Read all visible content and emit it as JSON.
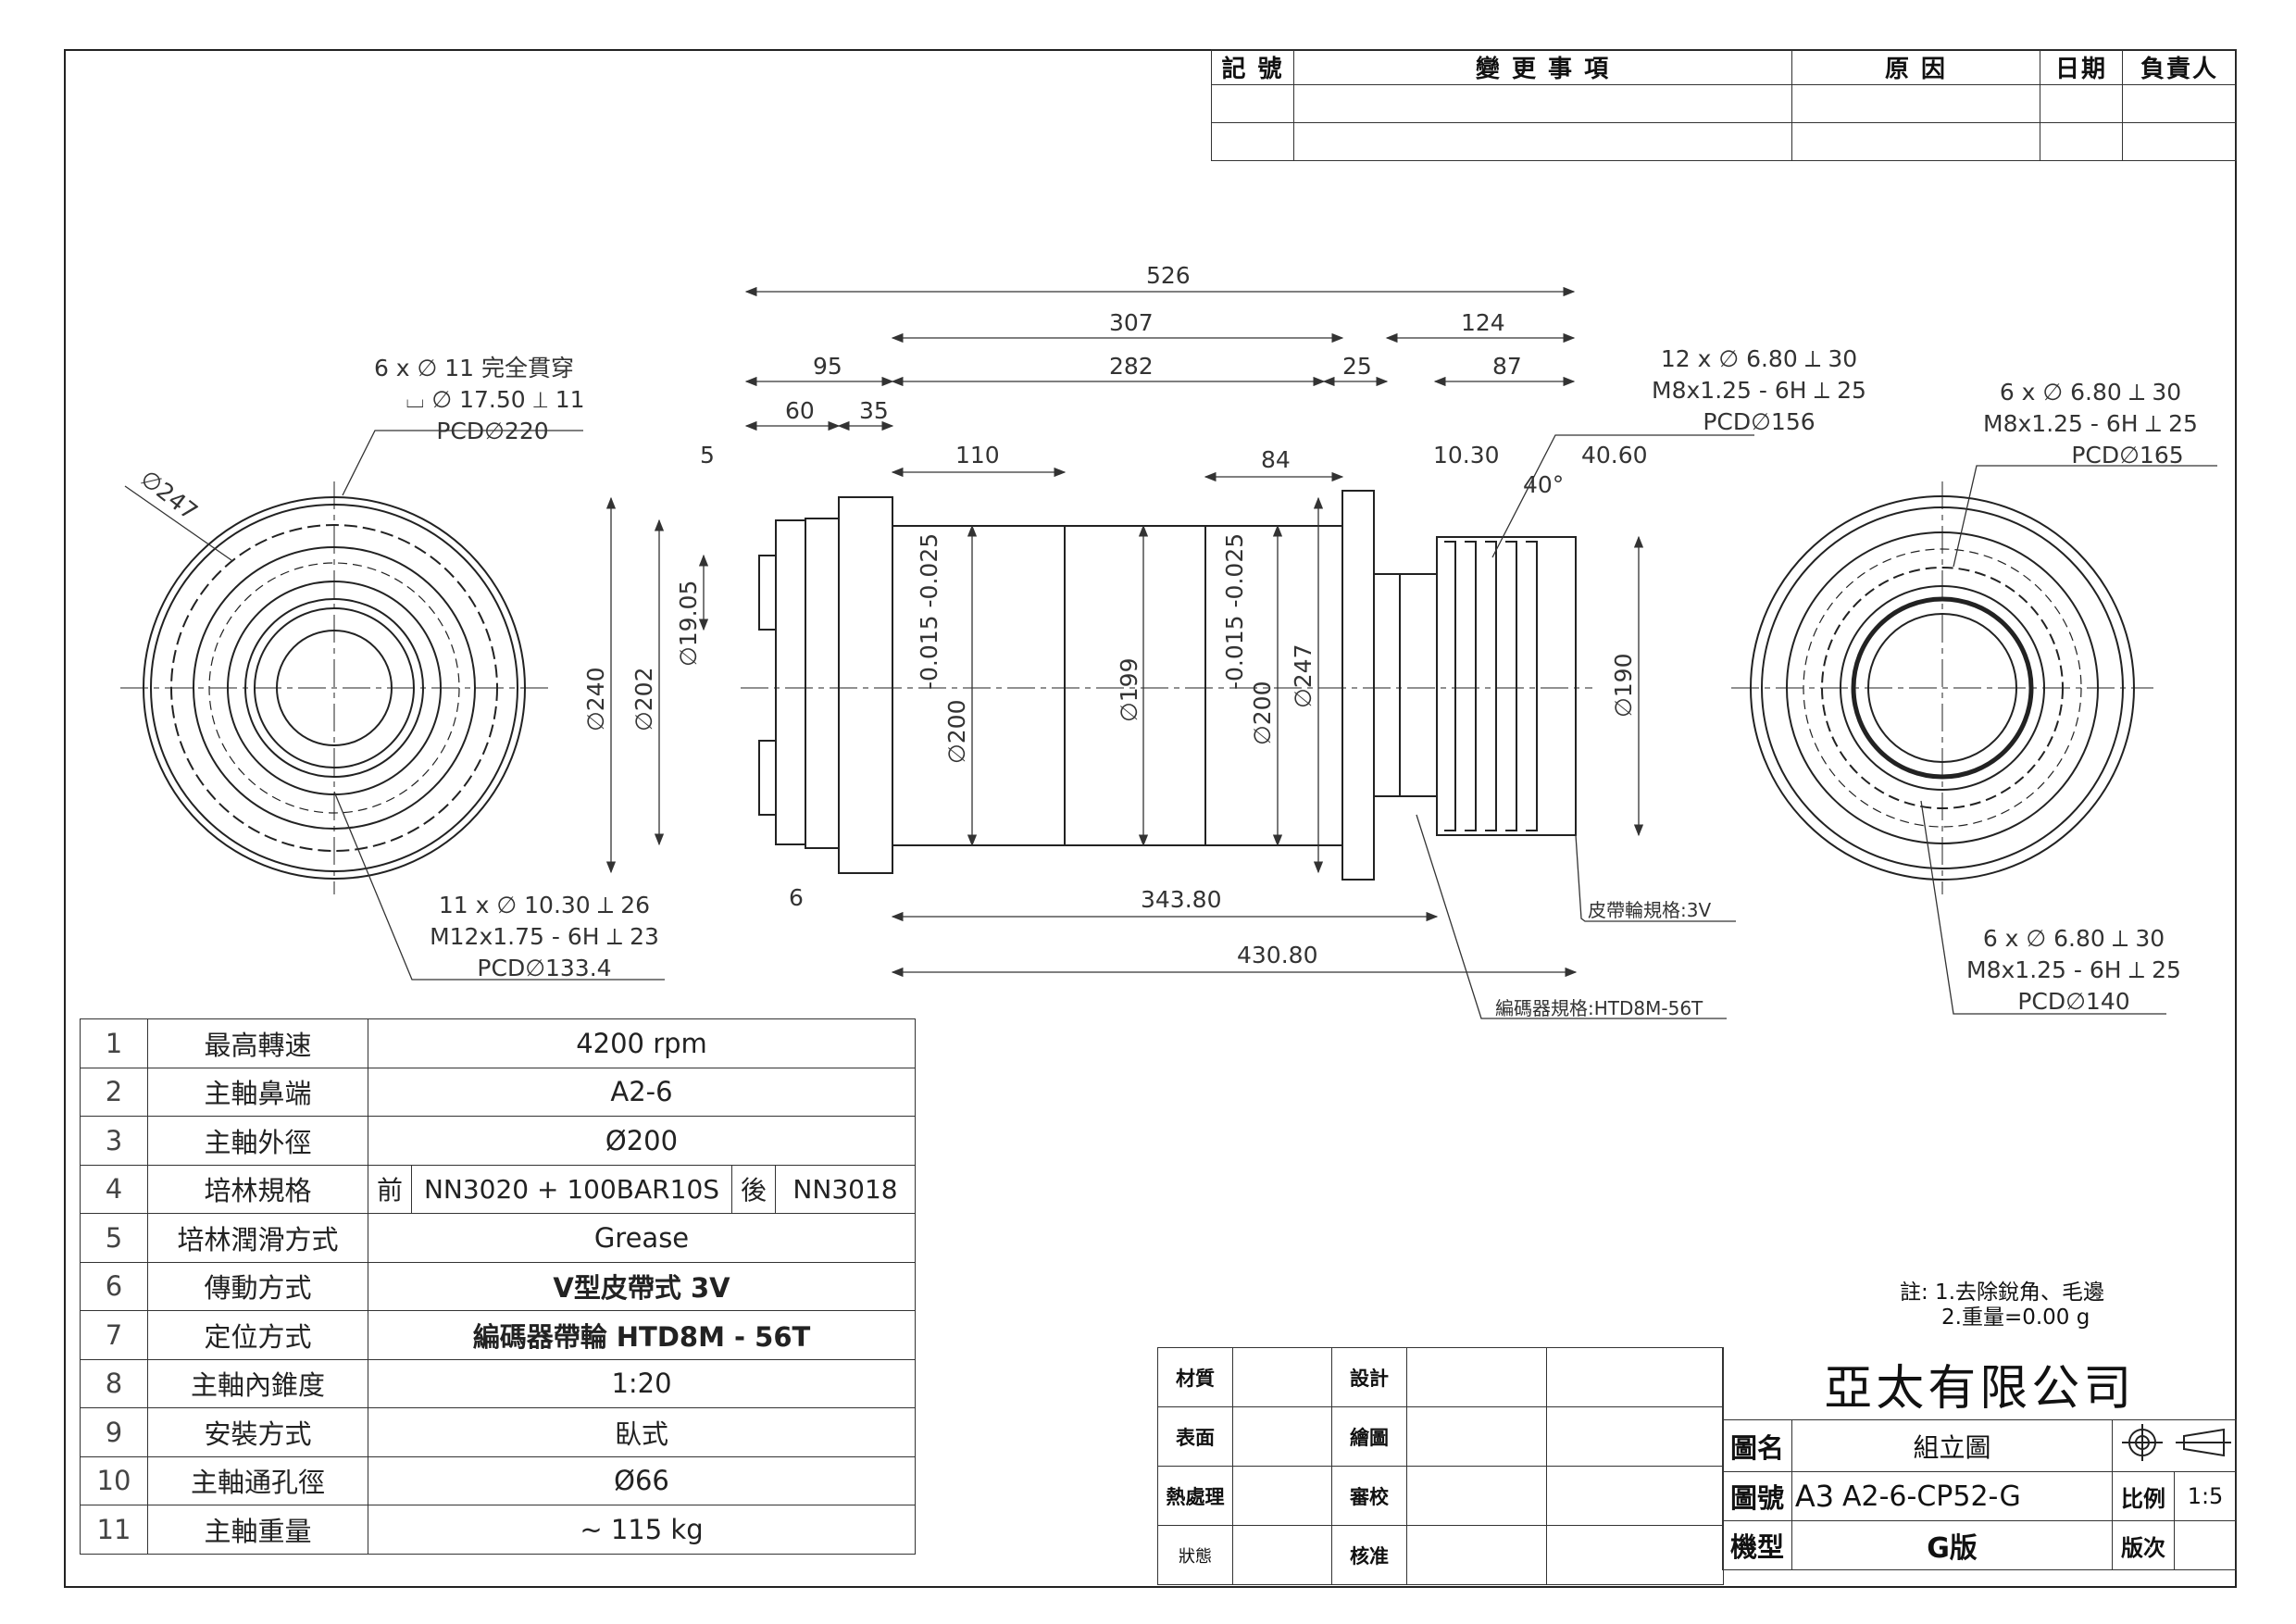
{
  "revision_table": {
    "headers": [
      "記 號",
      "變 更 事 項",
      "原 因",
      "日期",
      "負責人"
    ]
  },
  "dimensions": {
    "d526": "526",
    "d307": "307",
    "d124": "124",
    "d95": "95",
    "d282": "282",
    "d25": "25",
    "d87": "87",
    "d60": "60",
    "d35": "35",
    "d5": "5",
    "d110": "110",
    "d84": "84",
    "d1030": "10.30",
    "d4060": "40.60",
    "angle": "40°",
    "d6": "6",
    "d34380": "343.80",
    "d43080": "430.80",
    "dia240": "∅240",
    "dia202": "∅202",
    "dia1905": "∅19.05",
    "dia200a_tol": "-0.015\n-0.025",
    "dia200a": "∅200",
    "dia199": "∅199",
    "dia200b_tol": "-0.015\n-0.025",
    "dia200b": "∅200",
    "dia247": "∅247",
    "dia190": "∅190",
    "left_247": "∅247"
  },
  "callouts": {
    "left_top": [
      "6 x ∅ 11 完全貫穿",
      "⌴ ∅ 17.50 ⟂ 11",
      "PCD∅220"
    ],
    "left_bottom": [
      "11 x ∅ 10.30 ⟂ 26",
      "M12x1.75 - 6H ⟂ 23",
      "PCD∅133.4"
    ],
    "mid_top": [
      "12 x ∅ 6.80 ⟂ 30",
      "M8x1.25 - 6H ⟂ 25",
      "PCD∅156"
    ],
    "right_top": [
      "6 x ∅ 6.80 ⟂ 30",
      "M8x1.25 - 6H ⟂ 25",
      "PCD∅165"
    ],
    "right_bottom": [
      "6 x ∅ 6.80 ⟂ 30",
      "M8x1.25 - 6H ⟂ 25",
      "PCD∅140"
    ],
    "belt": "皮帶輪規格:3V",
    "encoder": "編碼器規格:HTD8M-56T"
  },
  "spec_table": [
    {
      "n": "1",
      "k": "最高轉速",
      "v": "4200 rpm"
    },
    {
      "n": "2",
      "k": "主軸鼻端",
      "v": "A2-6"
    },
    {
      "n": "3",
      "k": "主軸外徑",
      "v": "Ø200"
    },
    {
      "n": "4",
      "k": "培林規格",
      "front_label": "前",
      "front": "NN3020 + 100BAR10S",
      "rear_label": "後",
      "rear": "NN3018"
    },
    {
      "n": "5",
      "k": "培林潤滑方式",
      "v": "Grease"
    },
    {
      "n": "6",
      "k": "傳動方式",
      "v": "V型皮帶式  3V"
    },
    {
      "n": "7",
      "k": "定位方式",
      "v": "編碼器帶輪   HTD8M - 56T"
    },
    {
      "n": "8",
      "k": "主軸內錐度",
      "v": "1:20"
    },
    {
      "n": "9",
      "k": "安裝方式",
      "v": "臥式"
    },
    {
      "n": "10",
      "k": "主軸通孔徑",
      "v": "Ø66"
    },
    {
      "n": "11",
      "k": "主軸重量",
      "v": "~ 115 kg"
    }
  ],
  "notes": [
    "註: 1.去除銳角、毛邊",
    "2.重量=0.00 g"
  ],
  "title_block": {
    "material": "材質",
    "design": "設計",
    "surface": "表面",
    "drawing": "繪圖",
    "heat": "熱處理",
    "review": "審校",
    "state": "狀態",
    "approve": "核准",
    "company": "亞太有限公司",
    "name_label": "圖名",
    "name": "組立圖",
    "number_label": "圖號",
    "size": "A3",
    "number": "A2-6-CP52-G",
    "scale_label": "比例",
    "scale": "1:5",
    "model_label": "機型",
    "model": "G版",
    "version_label": "版次"
  }
}
